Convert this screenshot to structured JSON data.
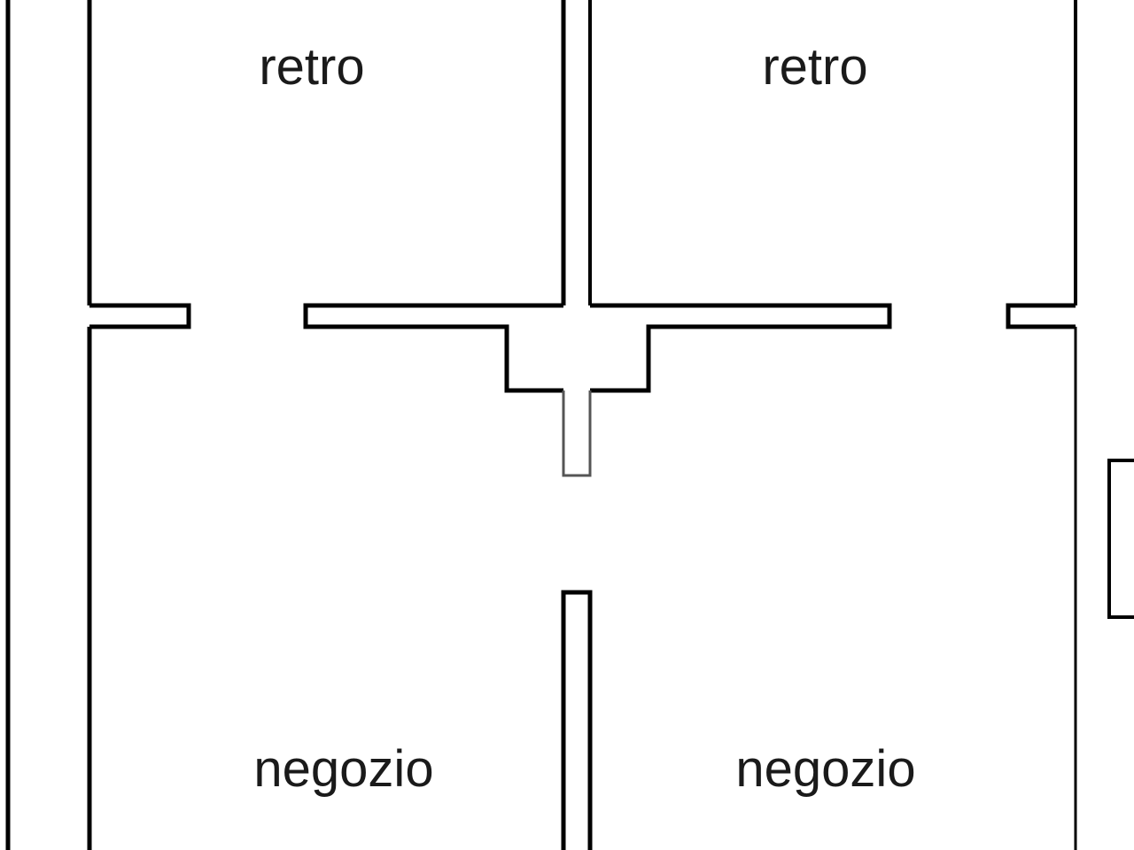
{
  "floorplan": {
    "rooms": [
      {
        "id": "retro-left",
        "label": "retro"
      },
      {
        "id": "retro-right",
        "label": "retro"
      },
      {
        "id": "negozio-left",
        "label": "negozio"
      },
      {
        "id": "negozio-right",
        "label": "negozio"
      }
    ],
    "colors": {
      "wall": "#000000",
      "background": "#ffffff",
      "text": "#1a1a1a"
    }
  }
}
